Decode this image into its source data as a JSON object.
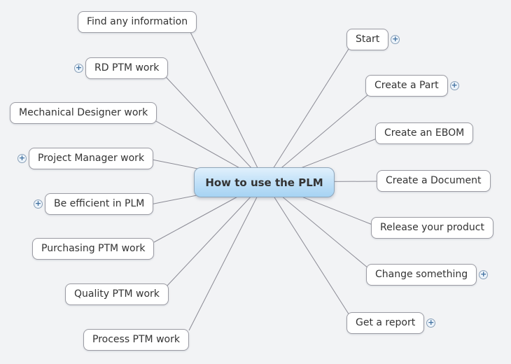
{
  "central": {
    "label": "How to use the PLM"
  },
  "icons": {
    "expand_glyph": "+"
  },
  "colors": {
    "background": "#f2f3f5",
    "node_bg": "#ffffff",
    "node_border": "#9b9ba3",
    "node_text": "#333333",
    "central_gradient_top": "#e0f0fc",
    "central_gradient_bottom": "#a6d3f3",
    "central_border": "#8fa6ba",
    "connector_line": "#8a8a94",
    "expander_plus": "#3f6f9f"
  },
  "nodes": [
    {
      "label": "Find any information",
      "side": "left",
      "expander": "none"
    },
    {
      "label": "RD PTM work",
      "side": "left",
      "expander": "left"
    },
    {
      "label": "Mechanical Designer work",
      "side": "left",
      "expander": "none"
    },
    {
      "label": "Project Manager work",
      "side": "left",
      "expander": "left"
    },
    {
      "label": "Be efficient in PLM",
      "side": "left",
      "expander": "left"
    },
    {
      "label": "Purchasing PTM work",
      "side": "left",
      "expander": "none"
    },
    {
      "label": "Quality PTM work",
      "side": "left",
      "expander": "none"
    },
    {
      "label": "Process PTM work",
      "side": "left",
      "expander": "none"
    },
    {
      "label": "Start",
      "side": "right",
      "expander": "right"
    },
    {
      "label": "Create a Part",
      "side": "right",
      "expander": "right"
    },
    {
      "label": "Create an EBOM",
      "side": "right",
      "expander": "none"
    },
    {
      "label": "Create a Document",
      "side": "right",
      "expander": "none"
    },
    {
      "label": "Release your product",
      "side": "right",
      "expander": "none"
    },
    {
      "label": "Change something",
      "side": "right",
      "expander": "right"
    },
    {
      "label": "Get a report",
      "side": "right",
      "expander": "right"
    }
  ]
}
